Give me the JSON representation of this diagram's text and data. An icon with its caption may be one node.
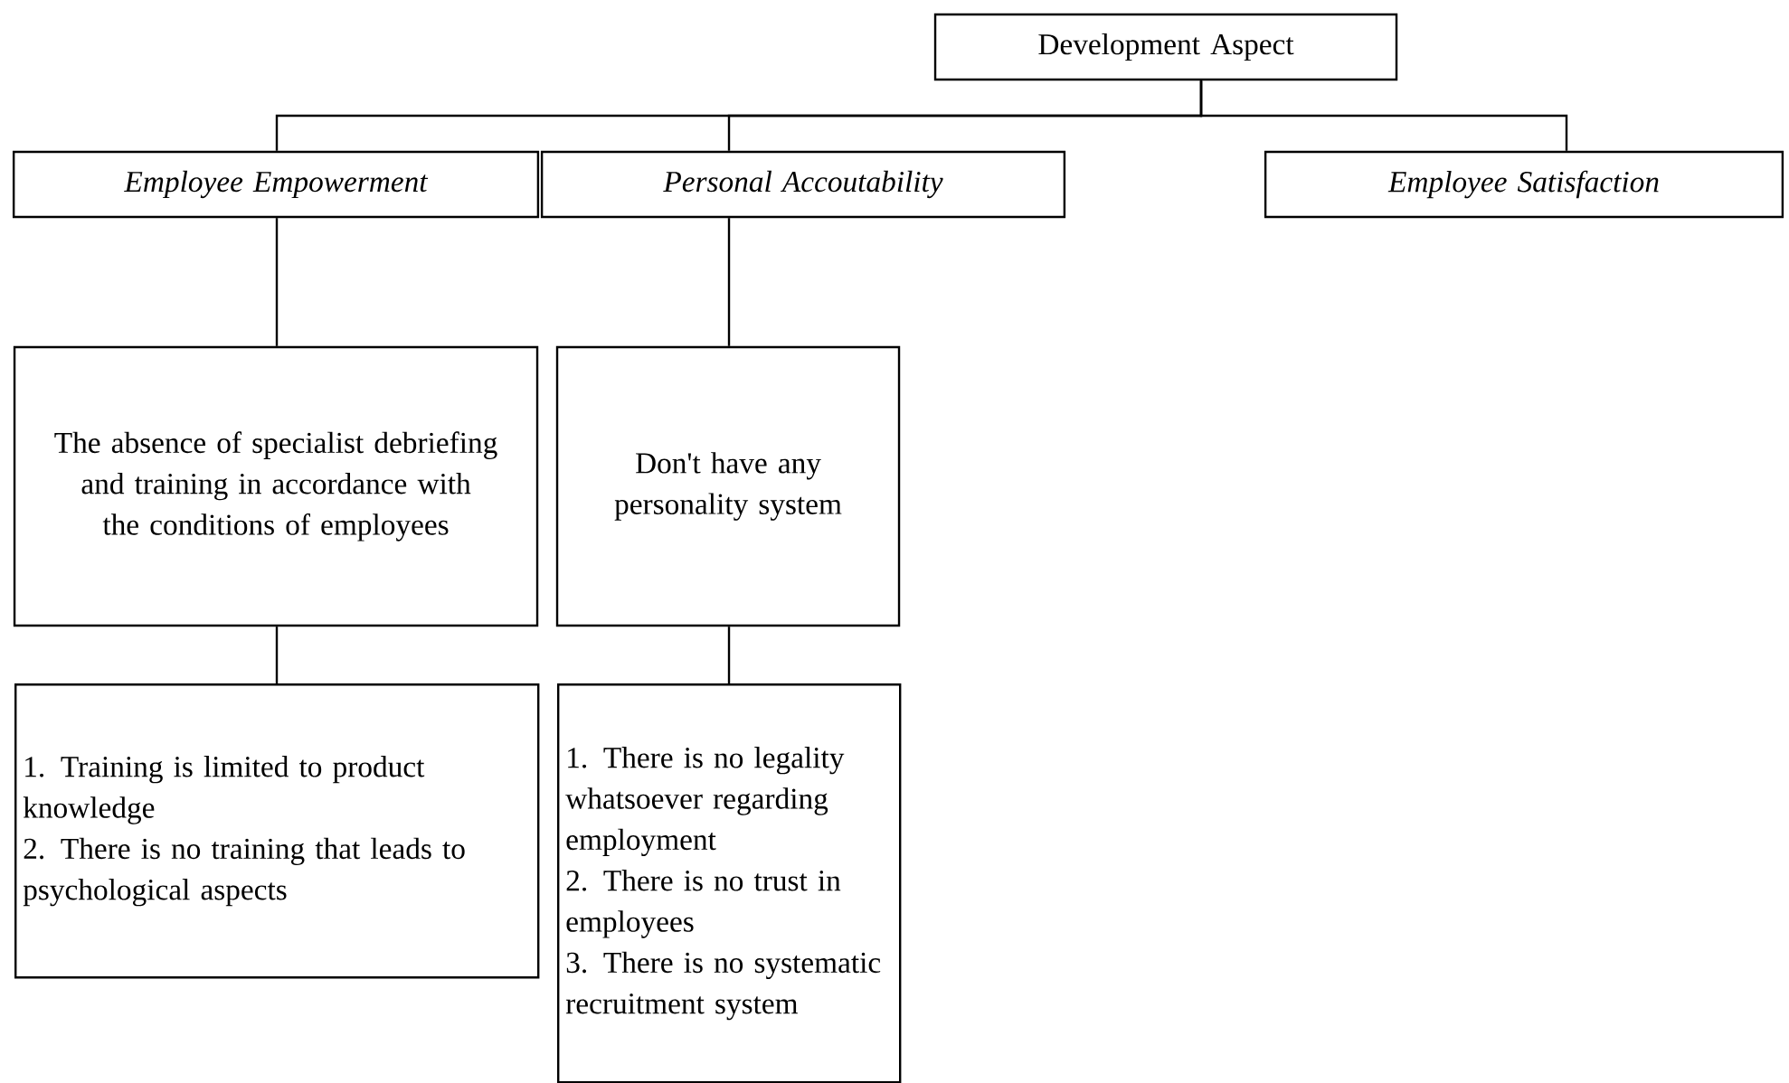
{
  "diagram": {
    "nodes": [
      {
        "text": [
          "Development Aspect"
        ]
      },
      {
        "text": [
          "Employee Empowerment"
        ]
      },
      {
        "text": [
          "Personal Accoutability"
        ]
      },
      {
        "text": [
          "Employee Satisfaction"
        ]
      },
      {
        "text": [
          "The absence of specialist debriefing and training in accordance with the conditions of employees"
        ]
      },
      {
        "text": [
          "Don't have any personality system"
        ]
      },
      {
        "text": [
          "1. Training is limited to product knowledge",
          "2. There is no training that leads to psychological aspects"
        ]
      },
      {
        "text": [
          "1. There is no legality whatsoever regarding employment",
          "2. There is no trust in employees",
          "3. There is no systematic recruitment system"
        ]
      }
    ],
    "edges": [
      {
        "from": 0,
        "to": 1,
        "arrow": "none"
      },
      {
        "from": 0,
        "to": 2,
        "arrow": "none"
      },
      {
        "from": 0,
        "to": 3,
        "arrow": "none"
      },
      {
        "from": 1,
        "to": 4,
        "arrow": "none"
      },
      {
        "from": 2,
        "to": 5,
        "arrow": "none"
      },
      {
        "from": 4,
        "to": 6,
        "arrow": "none"
      },
      {
        "from": 5,
        "to": 7,
        "arrow": "none"
      }
    ]
  }
}
